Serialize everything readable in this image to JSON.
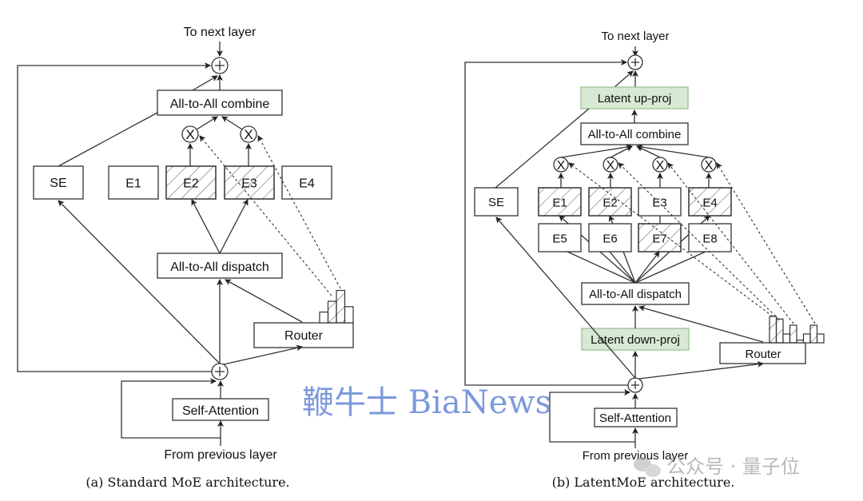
{
  "panel_a": {
    "top_label": "To next layer",
    "bottom_label": "From previous layer",
    "combine": "All-to-All combine",
    "dispatch": "All-to-All dispatch",
    "router": "Router",
    "self_attention": "Self-Attention",
    "shared_expert": "SE",
    "experts": [
      {
        "label": "E1",
        "active": false
      },
      {
        "label": "E2",
        "active": true
      },
      {
        "label": "E3",
        "active": true
      },
      {
        "label": "E4",
        "active": false
      }
    ],
    "router_scores": [
      1,
      2,
      3,
      1.5
    ],
    "router_selected": [
      false,
      true,
      true,
      false
    ],
    "caption": "(a) Standard MoE architecture."
  },
  "panel_b": {
    "top_label": "To next layer",
    "bottom_label": "From previous layer",
    "up_proj": "Latent up-proj",
    "combine": "All-to-All combine",
    "dispatch": "All-to-All dispatch",
    "down_proj": "Latent down-proj",
    "router": "Router",
    "self_attention": "Self-Attention",
    "shared_expert": "SE",
    "experts_row1": [
      {
        "label": "E1",
        "active": true
      },
      {
        "label": "E2",
        "active": true
      },
      {
        "label": "E3",
        "active": false
      },
      {
        "label": "E4",
        "active": true
      }
    ],
    "experts_row2": [
      {
        "label": "E5",
        "active": false
      },
      {
        "label": "E6",
        "active": false
      },
      {
        "label": "E7",
        "active": true
      },
      {
        "label": "E8",
        "active": false
      }
    ],
    "router_scores": [
      3,
      2.7,
      1,
      2,
      0.3,
      1,
      2,
      1
    ],
    "router_selected": [
      true,
      true,
      false,
      true,
      false,
      false,
      true,
      false
    ],
    "caption": "(b) LatentMoE architecture."
  },
  "watermarks": {
    "bianews": "鞭牛士 BiaNews",
    "wechat": "公众号 · 量子位"
  },
  "colors": {
    "latent_green": "#d7e9d2",
    "watermark_blue": "#6f8fd8"
  }
}
